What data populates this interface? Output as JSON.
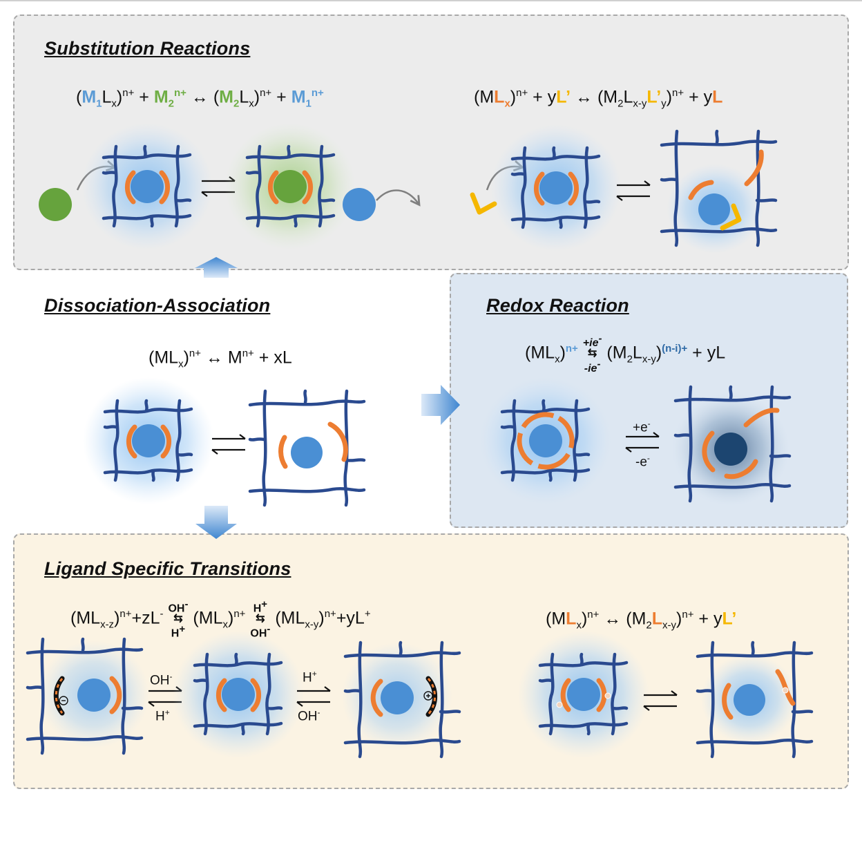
{
  "titles": {
    "substitution": "Substitution Reactions",
    "dissociation": "Dissociation-Association",
    "redox": "Redox Reaction",
    "ligand": "Ligand Specific Transitions"
  },
  "eq1": {
    "p1": "(",
    "m1": "M",
    "s1": "1",
    "p2": "L",
    "s2": "x",
    "p3": ")",
    "sup1": "n+",
    "p4": " + ",
    "m2": "M",
    "s3": "2",
    "sup2": "n+",
    "p5": " ↔ (",
    "m3": "M",
    "s4": "2",
    "p6": "L",
    "s5": "x",
    "p7": ")",
    "sup3": "n+",
    "p8": " + ",
    "m4": "M",
    "s6": "1",
    "sup4": "n+"
  },
  "eq2": {
    "p1": "(M",
    "l1": "L",
    "s1": "x",
    "p2": ")",
    "sup1": "n+",
    "p3": " + y",
    "l2": "L’",
    "p4": " ↔ (M",
    "s2": "2",
    "p5": "L",
    "s3": "x-y",
    "l3": "L’",
    "s4": "y",
    "p6": ")",
    "sup2": "n+",
    "p7": " + y",
    "l4": "L"
  },
  "eq3": {
    "p1": "(ML",
    "s1": "x",
    "p2": ")",
    "sup1": "n+",
    "p3": " ↔ M",
    "sup2": "n+",
    "p4": " + xL"
  },
  "eq4": {
    "p1": "(ML",
    "s1": "x",
    "p2": ")",
    "sup1": "n+",
    "top": "+ie",
    "topsup": "-",
    "bot": "-ie",
    "botsup": "-",
    "p3": "(M",
    "s2": "2",
    "p4": "L",
    "s3": "x-y",
    "p5": ")",
    "sup2": "(n-i)+",
    "p6": " + yL"
  },
  "eq5": {
    "p1": "(ML",
    "s1": "x-z",
    "p2": ")",
    "sup1": "n+",
    "p3": "+zL",
    "sup2": "-",
    "top1": "OH",
    "top1sup": "-",
    "bot1": "H",
    "bot1sup": "+",
    "p4": "(ML",
    "s2": "x",
    "p5": ")",
    "sup3": "n+",
    "top2": "H",
    "top2sup": "+",
    "bot2": "OH",
    "bot2sup": "-",
    "p6": "(ML",
    "s3": "x-y",
    "p7": ")",
    "sup4": "n+",
    "p8": "+yL",
    "sup5": "+"
  },
  "eq6": {
    "p1": "(M",
    "l1": "L",
    "s1": "x",
    "p2": ")",
    "sup1": "n+",
    "p3": " ↔ (M",
    "s2": "2",
    "l2": "L",
    "s3": "x-y",
    "p4": ")",
    "sup2": "n+",
    "p5": " + y",
    "l3": "L’"
  },
  "arrow_labels": {
    "redox_top": "+e",
    "redox_top_sup": "-",
    "redox_bot": "-e",
    "redox_bot_sup": "-",
    "lig1_top": "OH",
    "lig1_top_sup": "-",
    "lig1_bot": "H",
    "lig1_bot_sup": "+",
    "lig2_top": "H",
    "lig2_top_sup": "+",
    "lig2_bot": "OH",
    "lig2_bot_sup": "-"
  },
  "colors": {
    "network": "#2a4a8f",
    "metal": "#4a8fd4",
    "metal_reduced": "#1c4570",
    "metal_new": "#66a33d",
    "ligand": "#ed7d31",
    "ligand_new": "#f5b700",
    "glow_blue": "#8cc0f0",
    "glow_green": "#a3cc84",
    "panel_substitution": "#ececec",
    "panel_redox": "#dde7f2",
    "panel_ligand": "#fbf3e3"
  },
  "icons": [
    "equilibrium-arrows-icon",
    "curved-arrow-icon",
    "block-arrow-icon",
    "negative-charge-icon",
    "positive-charge-icon"
  ]
}
